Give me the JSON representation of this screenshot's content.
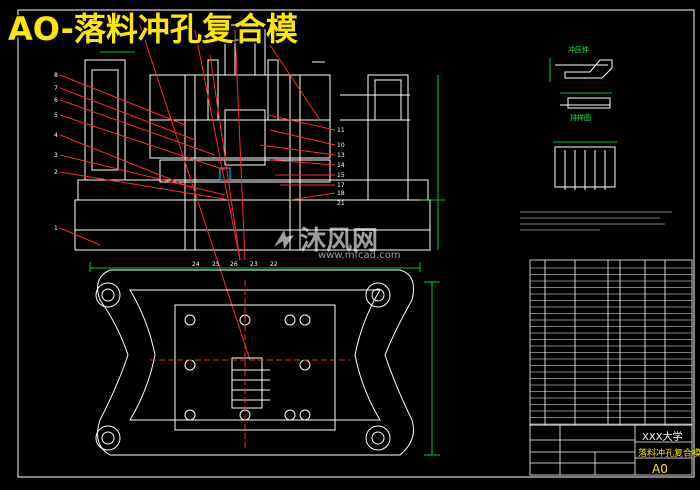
{
  "drawing": {
    "title": "AO-落料冲孔复合模",
    "watermark": {
      "brand": "沐风网",
      "url": "www.mfcad.com"
    },
    "title_block": {
      "school": "XXX大学",
      "drawing_name": "落料冲孔复合模",
      "drawing_code": "A0"
    },
    "part_views": {
      "view1_label": "冲压件",
      "view2_label": "排样图"
    },
    "colors": {
      "background": "#000000",
      "outline": "#ffffff",
      "leader": "#ff2a2a",
      "dimension": "#00ff44",
      "title": "#ffe600",
      "table": "#ffffff"
    },
    "balloon_numbers_left": [
      "8",
      "7",
      "6",
      "5",
      "4",
      "3",
      "2",
      "1"
    ],
    "balloon_numbers_right": [
      "11",
      "10",
      "13",
      "14",
      "15",
      "17",
      "18",
      "21"
    ],
    "bottom_numbers": [
      "24",
      "25",
      "26",
      "23",
      "22"
    ]
  }
}
